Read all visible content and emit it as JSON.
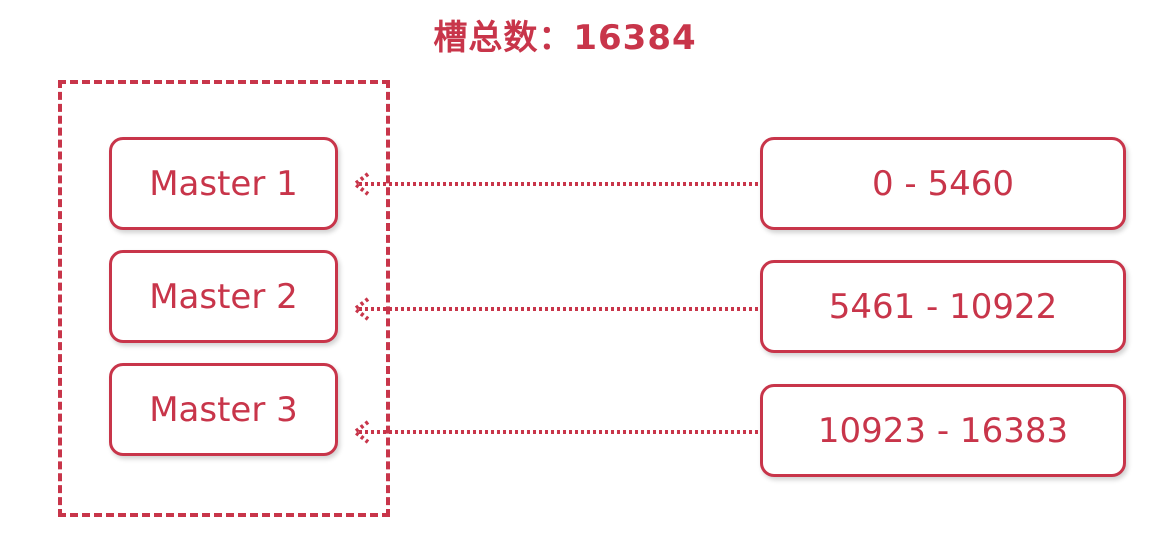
{
  "title": "槽总数：16384",
  "masters": [
    {
      "label": "Master 1"
    },
    {
      "label": "Master 2"
    },
    {
      "label": "Master 3"
    }
  ],
  "slot_ranges": [
    {
      "label": "0 - 5460"
    },
    {
      "label": "5461 - 10922"
    },
    {
      "label": "10923 - 16383"
    }
  ],
  "colors": {
    "accent": "#c8354a",
    "background": "#ffffff"
  }
}
